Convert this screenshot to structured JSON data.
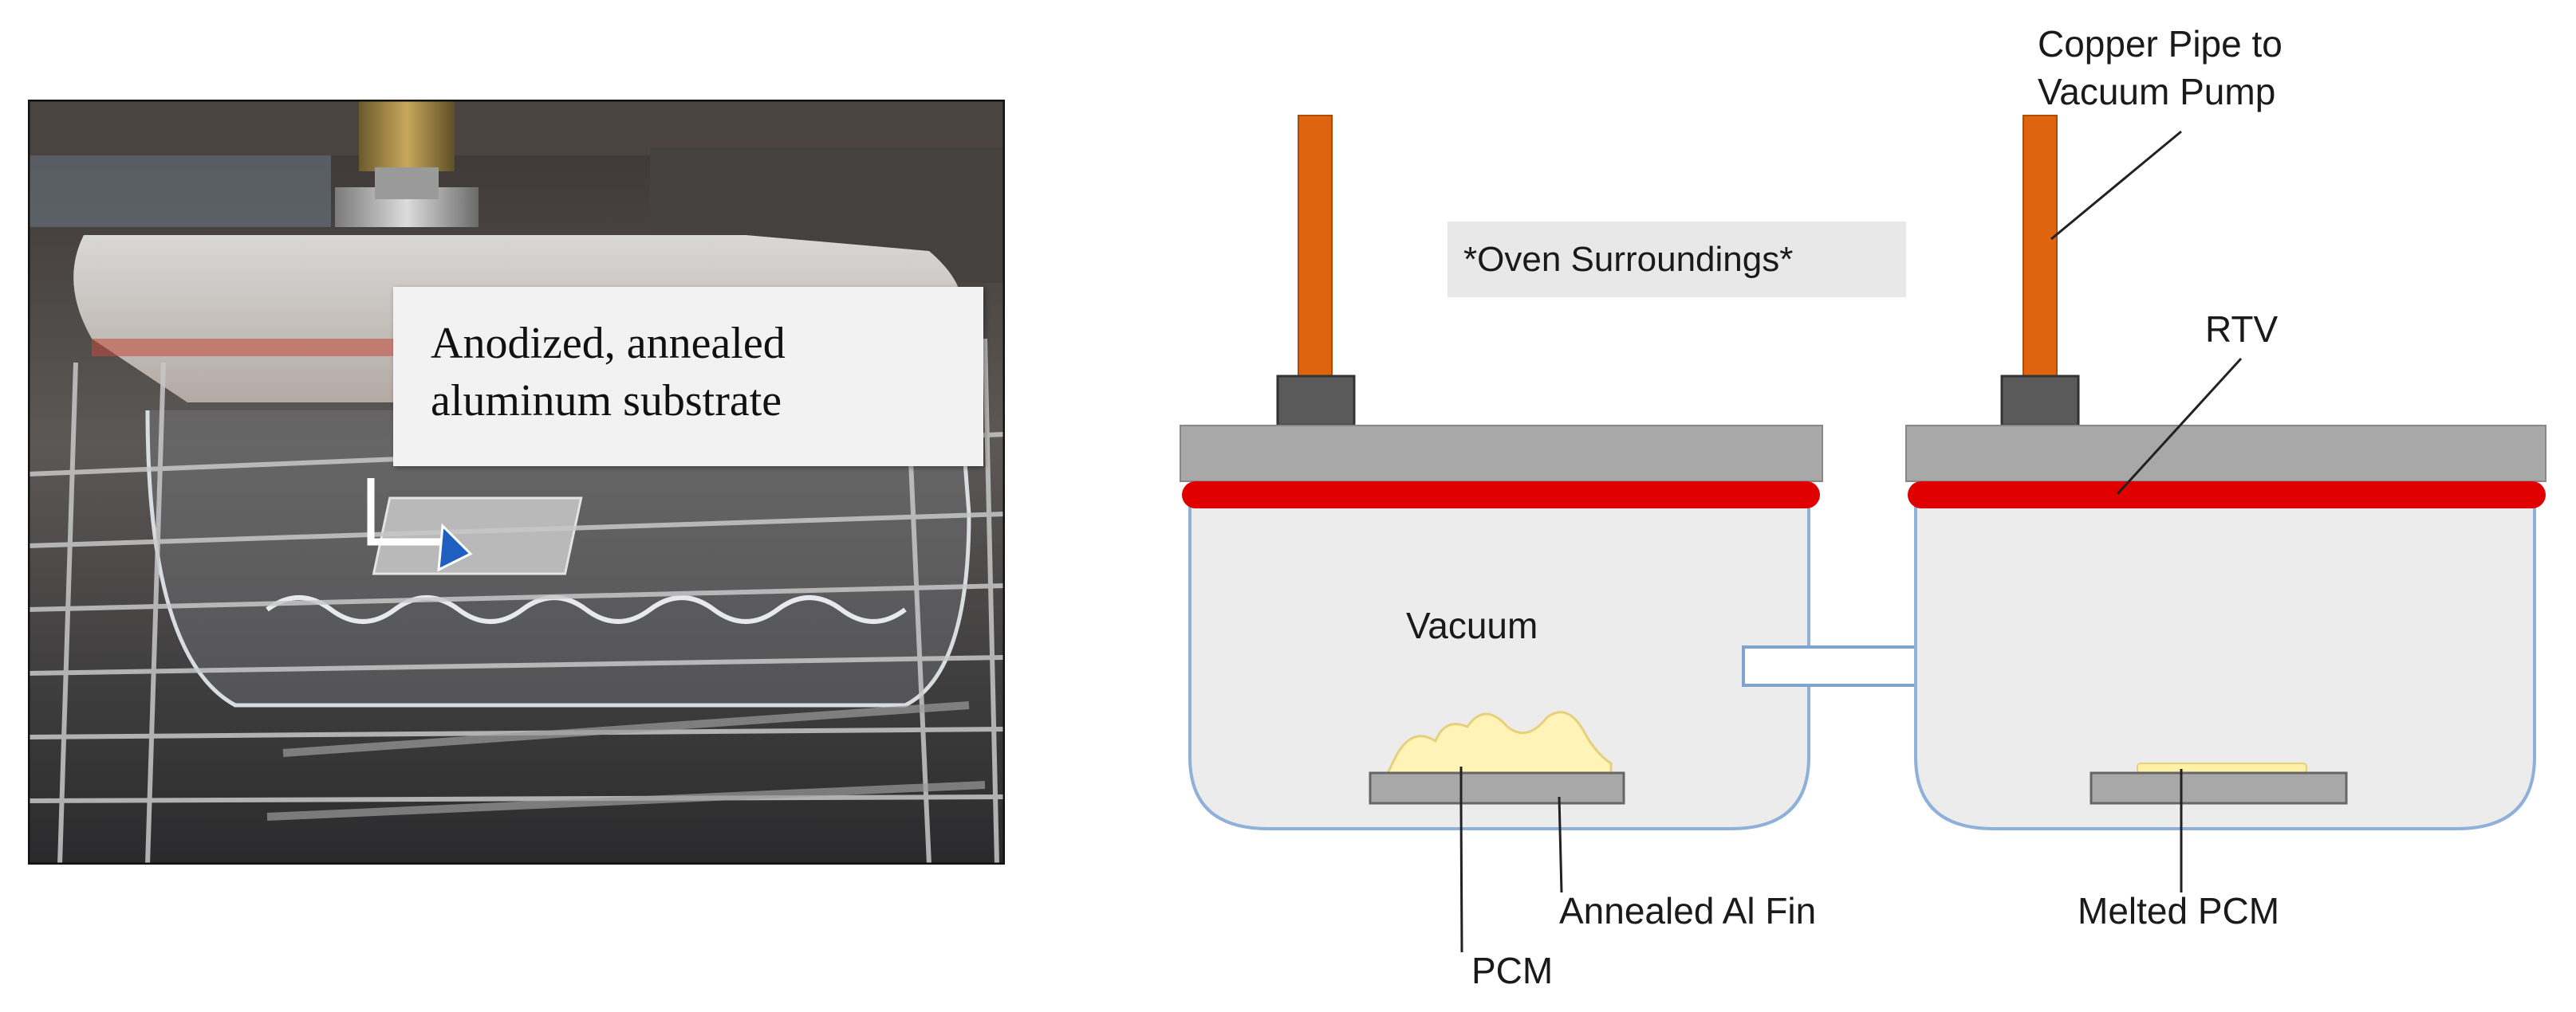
{
  "photo": {
    "label_lines": [
      "Anodized, annealed",
      "aluminum substrate"
    ]
  },
  "diagram": {
    "oven_label": "*Oven Surroundings*",
    "copper_pipe_label_lines": [
      "Copper Pipe to",
      "Vacuum Pump"
    ],
    "rtv_label": "RTV",
    "vacuum_label": "Vacuum",
    "pcm_label": "PCM",
    "fin_label": "Annealed Al Fin",
    "melted_label": "Melted PCM"
  },
  "colors": {
    "pipe": "#e0640f",
    "rtv_seal": "#e00000",
    "lid": "#a8a8a8",
    "fitting": "#5a5a5a",
    "vessel_fill": "#ececec",
    "vessel_outline": "#8fb0d8",
    "pcm": "#fff3b8",
    "fin": "#a8a8a8"
  }
}
